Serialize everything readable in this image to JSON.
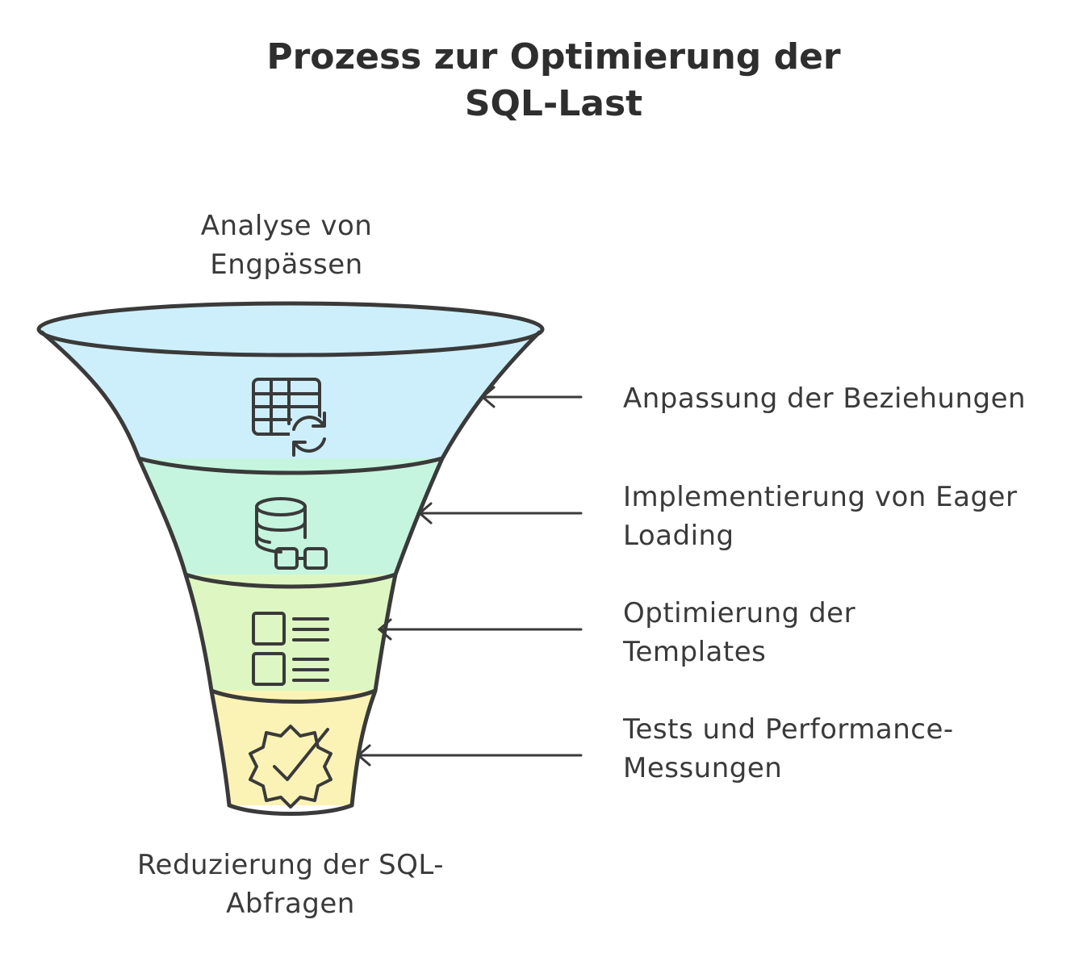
{
  "title": "Prozess zur Optimierung der SQL-Last",
  "funnel": {
    "top_label": "Analyse von Engpässen",
    "bottom_label": "Reduzierung der SQL-Abfragen",
    "stages": [
      {
        "label": "Anpassung der Beziehungen",
        "icon": "table-refresh-icon",
        "color": "#cdeffb"
      },
      {
        "label": "Implementierung von Eager Loading",
        "icon": "database-link-icon",
        "color": "#c6f5df"
      },
      {
        "label": "Optimierung der Templates",
        "icon": "template-list-icon",
        "color": "#def7c2"
      },
      {
        "label": "Tests und Performance-Messungen",
        "icon": "badge-check-icon",
        "color": "#fbf3b6"
      }
    ]
  },
  "colors": {
    "stroke": "#3a3a3a",
    "text": "#3a3a3a"
  }
}
